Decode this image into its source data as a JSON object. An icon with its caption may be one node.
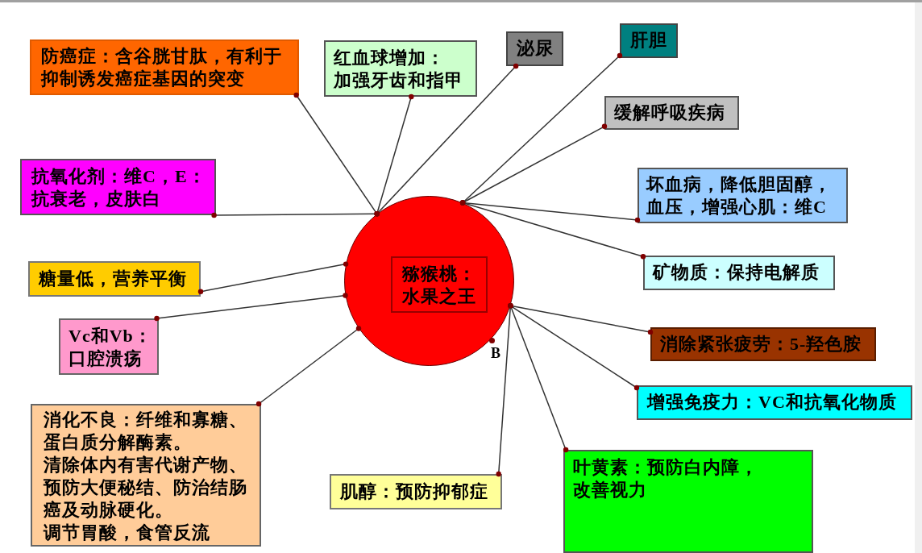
{
  "diagram": {
    "nodes": [
      {
        "text": [],
        "shape": "circle"
      },
      {
        "text": [
          "猕猴桃：水果之王"
        ],
        "in": 0
      },
      {
        "text": [
          "防癌症：含谷胱甘肽，有利于抑制诱发癌症基因的突变"
        ]
      },
      {
        "text": [
          "红血球增加：",
          "加强牙齿和指甲"
        ]
      },
      {
        "text": [
          "泌尿"
        ]
      },
      {
        "text": [
          "肝胆"
        ]
      },
      {
        "text": [
          "缓解呼吸疾病"
        ]
      },
      {
        "text": [
          "坏血病，降低胆固醇，血压，增强心肌：维C"
        ]
      },
      {
        "text": [
          "矿物质：保持电解质"
        ]
      },
      {
        "text": [
          "消除紧张疲劳：5-羟色胺"
        ]
      },
      {
        "text": [
          "增强免疫力：VC和抗氧化物质"
        ]
      },
      {
        "text": [
          "叶黄素：预防白内障，改善视力"
        ]
      },
      {
        "text": [
          "肌醇：预防抑郁症"
        ]
      },
      {
        "text": [
          "消化不良：纤维和寡糖、蛋白质分解酶素。",
          "清除体内有害代谢产物、预防大便秘结、防治结肠癌及动脉硬化。",
          "调节胃酸，食管反流"
        ]
      },
      {
        "text": [
          "Vc和Vb：口腔溃疡"
        ]
      },
      {
        "text": [
          "糖量低，营养平衡"
        ]
      },
      {
        "text": [
          "抗氧化剂：维C，E：抗衰老，皮肤白"
        ]
      }
    ],
    "edges": [
      {
        "from": 0,
        "to": 2,
        "arrow": "other"
      },
      {
        "from": 0,
        "to": 3,
        "arrow": "other"
      },
      {
        "from": 0,
        "to": 4,
        "arrow": "other"
      },
      {
        "from": 0,
        "to": 5,
        "arrow": "other"
      },
      {
        "from": 0,
        "to": 6,
        "arrow": "other"
      },
      {
        "from": 0,
        "to": 7,
        "arrow": "other"
      },
      {
        "from": 0,
        "to": 8,
        "arrow": "other"
      },
      {
        "from": 0,
        "to": 9,
        "arrow": "other"
      },
      {
        "from": 0,
        "to": 10,
        "arrow": "other"
      },
      {
        "from": 0,
        "to": 11,
        "arrow": "other"
      },
      {
        "from": 0,
        "to": 12,
        "arrow": "other"
      },
      {
        "from": 0,
        "to": 13,
        "arrow": "other"
      },
      {
        "from": 0,
        "to": 14,
        "arrow": "other"
      },
      {
        "from": 0,
        "to": 15,
        "arrow": "other"
      },
      {
        "from": 0,
        "to": 16,
        "arrow": "other"
      }
    ],
    "labels": [
      "B"
    ]
  }
}
